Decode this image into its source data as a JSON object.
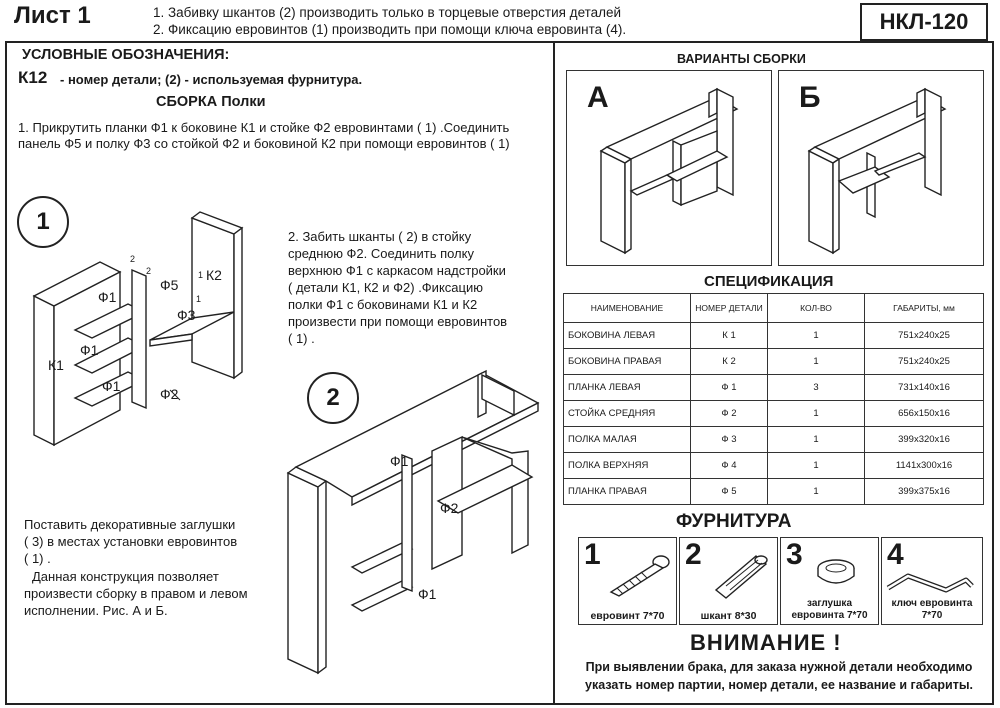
{
  "header": {
    "sheet": "Лист 1",
    "note1": "1. Забивку шкантов (2) производить только в торцевые отверстия деталей",
    "note2": "2. Фиксацию евровинтов (1) производить при помощи ключа евровинта (4).",
    "model": "НКЛ-120"
  },
  "legend": {
    "title": "УСЛОВНЫЕ ОБОЗНАЧЕНИЯ:",
    "k12": "К12",
    "text": "- номер детали;  (2) - используемая фурнитура."
  },
  "assembly": {
    "title": "СБОРКА Полки",
    "step1_line1": "1. Прикрутить планки Ф1 к боковине К1 и стойке Ф2 евровинтами  ( 1)  .Соединить",
    "step1_line2": "панель Ф5 и полку Ф3 со стойкой Ф2 и боковиной К2 при помощи евровинтов  ( 1)",
    "step2": [
      "2. Забить шканты  ( 2)    в стойку",
      "среднюю Ф2. Соединить полку",
      "верхнюю Ф1 с каркасом надстройки",
      "( детали К1, К2 и Ф2)  .Фиксацию",
      "полки Ф1 с боковинами К1 и К2",
      "произвести при помощи евровинтов",
      "( 1)  ."
    ],
    "plugs": [
      "Поставить декоративные заглушки",
      "( 3)    в местах установки евровинтов",
      "( 1)  ."
    ],
    "variants_note": [
      "Данная конструкция позволяет",
      "произвести сборку в правом и левом",
      "исполнении. Рис. А и Б."
    ],
    "circle1": "1",
    "circle2": "2",
    "labels": {
      "f1": "Ф1",
      "f2": "Ф2",
      "f3": "Ф3",
      "f5": "Ф5",
      "k1": "К1",
      "k2": "К2",
      "n1": "1",
      "n2": "2"
    }
  },
  "variants": {
    "title": "ВАРИАНТЫ СБОРКИ",
    "a": "А",
    "b": "Б"
  },
  "spec": {
    "title": "СПЕЦИФИКАЦИЯ",
    "columns": [
      "НАИМЕНОВАНИЕ",
      "НОМЕР ДЕТАЛИ",
      "КОЛ-ВО",
      "ГАБАРИТЫ, мм"
    ],
    "rows": [
      [
        "БОКОВИНА ЛЕВАЯ",
        "К 1",
        "1",
        "751x240x25"
      ],
      [
        "БОКОВИНА ПРАВАЯ",
        "К 2",
        "1",
        "751x240x25"
      ],
      [
        "ПЛАНКА ЛЕВАЯ",
        "Ф 1",
        "3",
        "731x140x16"
      ],
      [
        "СТОЙКА СРЕДНЯЯ",
        "Ф 2",
        "1",
        "656x150x16"
      ],
      [
        "ПОЛКА МАЛАЯ",
        "Ф 3",
        "1",
        "399x320x16"
      ],
      [
        "ПОЛКА ВЕРХНЯЯ",
        "Ф 4",
        "1",
        "1141x300x16"
      ],
      [
        "ПЛАНКА ПРАВАЯ",
        "Ф 5",
        "1",
        "399x375x16"
      ]
    ]
  },
  "hardware": {
    "title": "ФУРНИТУРА",
    "items": [
      {
        "num": "1",
        "caption": "евровинт 7*70",
        "icon": "eurobolt-icon"
      },
      {
        "num": "2",
        "caption": "шкант 8*30",
        "icon": "dowel-icon"
      },
      {
        "num": "3",
        "caption": "заглушка евровинта 7*70",
        "icon": "cap-icon"
      },
      {
        "num": "4",
        "caption": "ключ евровинта 7*70",
        "icon": "hex-key-icon"
      }
    ]
  },
  "warning": {
    "title": "ВНИМАНИЕ !",
    "line1": "При выявлении брака, для заказа нужной детали необходимо",
    "line2": "указать номер партии, номер детали, ее название и габариты."
  }
}
